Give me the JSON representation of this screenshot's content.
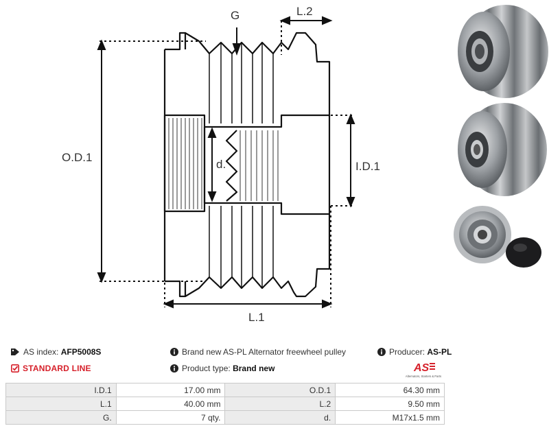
{
  "drawing": {
    "labels": {
      "groove": "G",
      "length_2": "L.2",
      "outer_diameter": "O.D.1",
      "inner_diameter_thread": "d.",
      "inner_diameter": "I.D.1",
      "length_1": "L.1"
    }
  },
  "info": {
    "as_index_label": "AS index:",
    "as_index_value": "AFP5008S",
    "standard_line": "STANDARD LINE",
    "description": "Brand new AS-PL Alternator freewheel pulley",
    "product_type_label": "Product type:",
    "product_type_value": "Brand new",
    "producer_label": "Producer:",
    "producer_value": "AS-PL"
  },
  "logo": {
    "mark": "AS",
    "tagline": "Alternators, Starters & Parts",
    "color": "#d6202a"
  },
  "specs": [
    {
      "label_a": "I.D.1",
      "value_a": "17.00 mm",
      "label_b": "O.D.1",
      "value_b": "64.30 mm"
    },
    {
      "label_a": "L.1",
      "value_a": "40.00 mm",
      "label_b": "L.2",
      "value_b": "9.50 mm"
    },
    {
      "label_a": "G.",
      "value_a": "7 qty.",
      "label_b": "d.",
      "value_b": "M17x1.5 mm"
    }
  ],
  "colors": {
    "accent_red": "#d6202a",
    "table_label_bg": "#ececec",
    "table_border": "#c9c9c9"
  }
}
